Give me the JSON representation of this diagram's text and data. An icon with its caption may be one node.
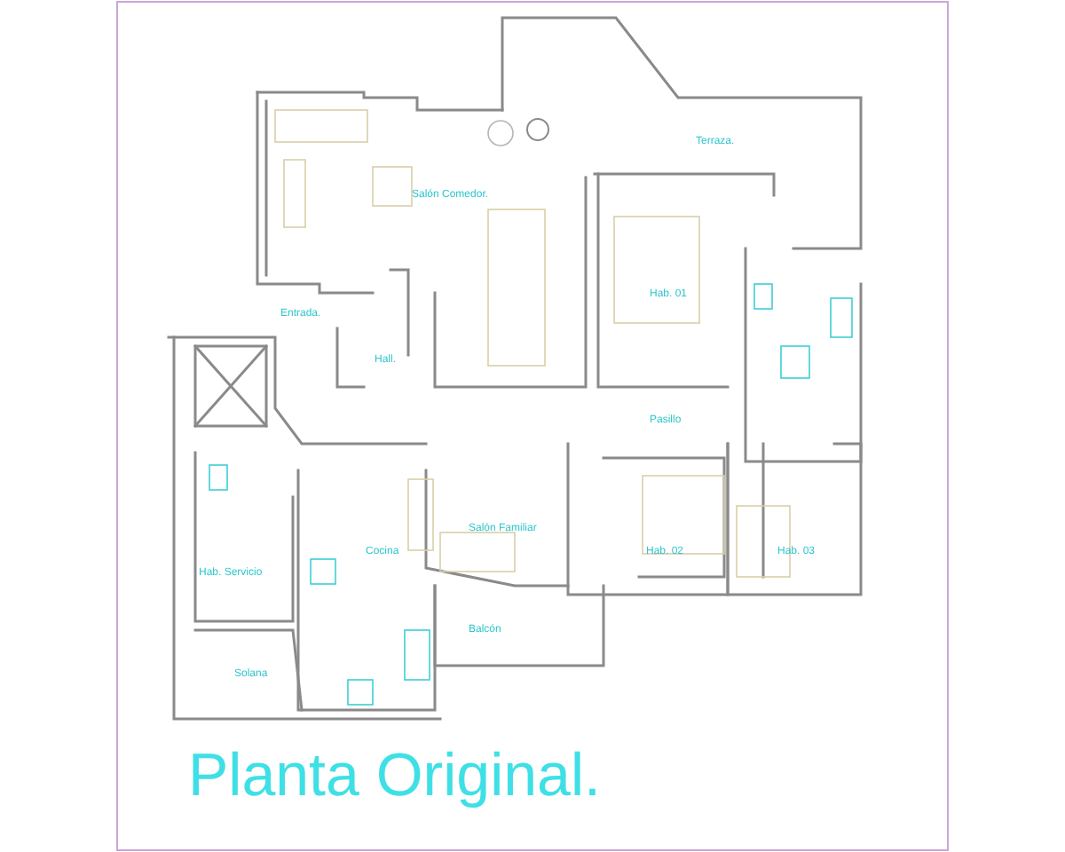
{
  "diagram": {
    "title": "Planta Original.",
    "labels": [
      "Terraza.",
      "Salón Comedor.",
      "Hab. 01",
      "Entrada.",
      "Hall.",
      "Pasillo",
      "Salón Familiar",
      "Cocina",
      "Hab. 02",
      "Hab. 03",
      "Hab. Servicio",
      "Balcón",
      "Solana"
    ]
  }
}
